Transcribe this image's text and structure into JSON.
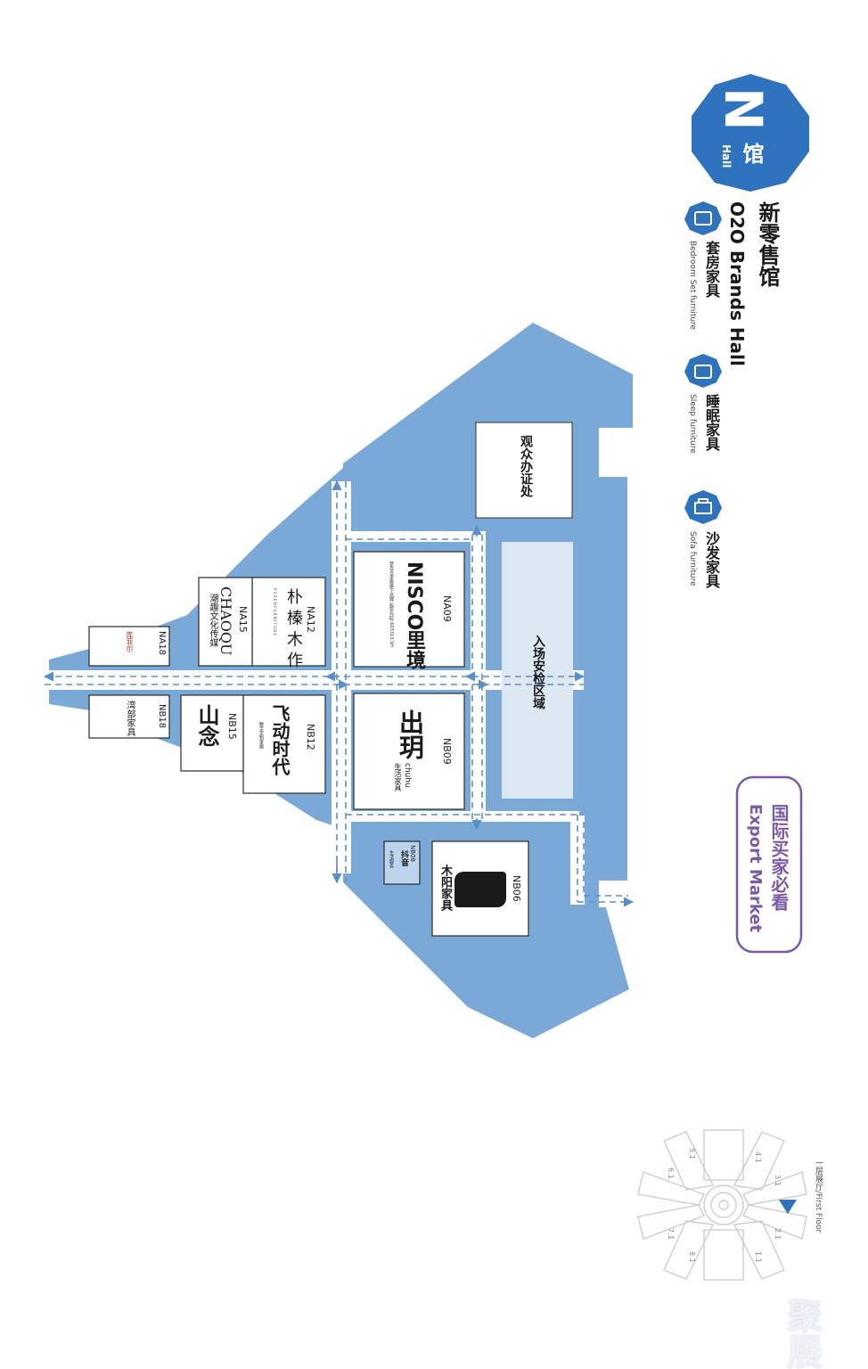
{
  "hall": {
    "badge_letter": "N",
    "badge_cn": "馆",
    "badge_en": "Hall",
    "title_cn": "新零售馆",
    "title_en": "O2O Brands Hall"
  },
  "legend": [
    {
      "icon": "bed-icon",
      "cn": "套房家具",
      "en": "Bedroom Set furniture"
    },
    {
      "icon": "mattress-icon",
      "cn": "睡眠家具",
      "en": "Sleep furniture"
    },
    {
      "icon": "sofa-icon",
      "cn": "沙发家具",
      "en": "Sofa furniture"
    }
  ],
  "export_market": {
    "cn": "国际买家必看",
    "en": "Export Market"
  },
  "areas": {
    "registration": "观众办证处",
    "security": "入场安检区域"
  },
  "booths": {
    "NA09": {
      "code": "NA09",
      "brand": "NISCO里境",
      "tagline": "梦百合家居旗下品牌 股票代码:603313.SH"
    },
    "NB09": {
      "code": "NB09",
      "brand": "出玥",
      "brand_en": "chuhu",
      "tagline": "生活家具"
    },
    "NA12": {
      "code": "NA12",
      "brand": "朴 榛 木 作",
      "tagline": "P U Z E N  F U R N I T U R E"
    },
    "NA15": {
      "code": "NA15",
      "brand": "CHAOQU",
      "tagline": "潮趣文化传媒"
    },
    "NA18": {
      "code": "NA18",
      "brand": "库菲尔"
    },
    "NB12": {
      "code": "NB12",
      "brand": "飞动时代",
      "tagline": "数字定制家居"
    },
    "NB15": {
      "code": "NB15",
      "brand": "山念"
    },
    "NB18": {
      "code": "NB18",
      "brand": "湾部家具"
    },
    "NB06": {
      "code": "NB06",
      "brand": "木阳家具"
    },
    "NB08": {
      "code": "NB08",
      "brand": "抖音",
      "tagline": "生活服务"
    }
  },
  "mini_map": {
    "floor_label": "一层展厅/First Floor",
    "halls": [
      "1.1",
      "2.1",
      "3.1",
      "4.1",
      "5.1",
      "6.1",
      "7.1",
      "8.1"
    ]
  },
  "watermark": "聚展",
  "colors": {
    "map_blue": "#7aa9d7",
    "badge_blue": "#2f72bd",
    "path_blue": "#5b8fc9",
    "security_zone": "#dde8f3",
    "export_purple": "#7a5aa8",
    "text_dark": "#1a1a1a"
  }
}
